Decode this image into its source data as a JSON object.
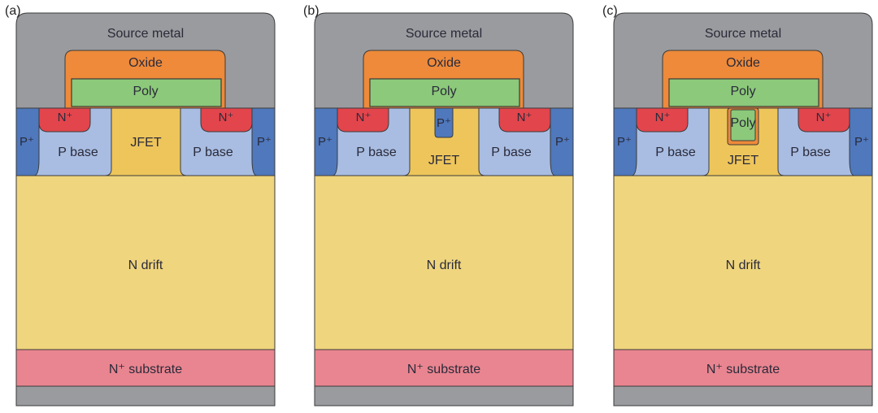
{
  "figure": {
    "panels": [
      {
        "id": "a",
        "label": "(a)",
        "variant": "planar",
        "layers": {
          "source_metal": "Source metal",
          "oxide": "Oxide",
          "poly": "Poly",
          "n_plus_left": "N⁺",
          "n_plus_right": "N⁺",
          "p_plus_left": "P⁺",
          "p_plus_right": "P⁺",
          "p_base_left": "P base",
          "p_base_right": "P base",
          "jfet": "JFET",
          "n_drift": "N drift",
          "n_substrate": "N⁺ substrate"
        }
      },
      {
        "id": "b",
        "label": "(b)",
        "variant": "jfet-p-plus",
        "layers": {
          "source_metal": "Source metal",
          "oxide": "Oxide",
          "poly": "Poly",
          "n_plus_left": "N⁺",
          "n_plus_right": "N⁺",
          "p_plus_left": "P⁺",
          "p_plus_right": "P⁺",
          "p_plus_jfet": "P⁺",
          "p_base_left": "P base",
          "p_base_right": "P base",
          "jfet": "JFET",
          "n_drift": "N drift",
          "n_substrate": "N⁺ substrate"
        }
      },
      {
        "id": "c",
        "label": "(c)",
        "variant": "jfet-poly",
        "layers": {
          "source_metal": "Source metal",
          "oxide": "Oxide",
          "poly": "Poly",
          "poly_jfet": "Poly",
          "n_plus_left": "N⁺",
          "n_plus_right": "N⁺",
          "p_plus_left": "P⁺",
          "p_plus_right": "P⁺",
          "p_base_left": "P base",
          "p_base_right": "P base",
          "jfet": "JFET",
          "n_drift": "N drift",
          "n_substrate": "N⁺ substrate"
        }
      }
    ],
    "colors": {
      "metal": "#9a9b9e",
      "oxide": "#ee8a3a",
      "poly": "#8cc97a",
      "n_plus": "#e2454c",
      "p_plus": "#4f78bd",
      "p_base": "#a9bde2",
      "jfet": "#eec55a",
      "n_drift": "#efd57e",
      "n_substrate": "#e98590",
      "outline": "#3b3b3b",
      "text": "#2a2a3a"
    }
  }
}
